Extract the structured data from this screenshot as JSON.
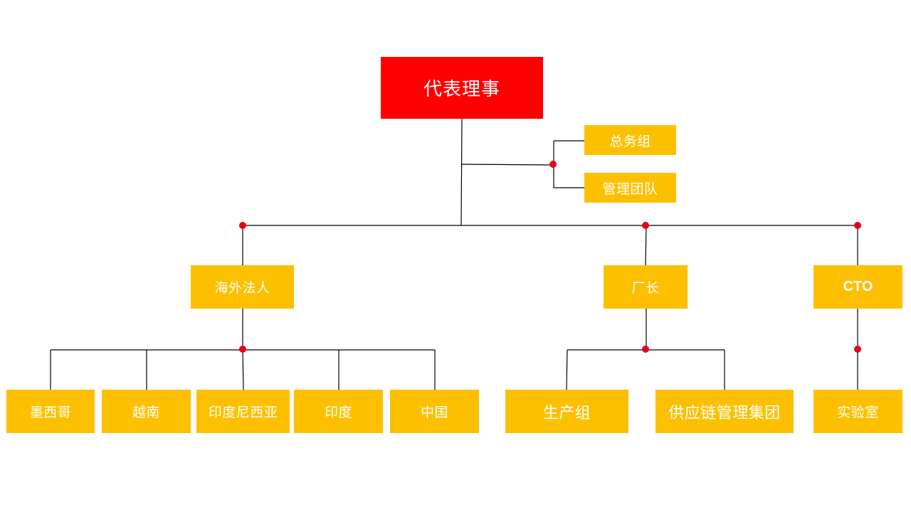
{
  "root": {
    "label": "代表理事"
  },
  "staff": [
    {
      "label": "总务组"
    },
    {
      "label": "管理团队"
    }
  ],
  "branches": [
    {
      "label": "海外法人",
      "children": [
        "墨西哥",
        "越南",
        "印度尼西亚",
        "印度",
        "中国"
      ]
    },
    {
      "label": "厂长",
      "children": [
        "生产组",
        "供应链管理集团"
      ]
    },
    {
      "label": "CTO",
      "children": [
        "实验室"
      ]
    }
  ],
  "colors": {
    "root_fill": "#ff0000",
    "node_fill": "#fdc000",
    "node_text": "#ffffff",
    "connector_line": "#000000",
    "junction_dot": "#e8001c"
  }
}
